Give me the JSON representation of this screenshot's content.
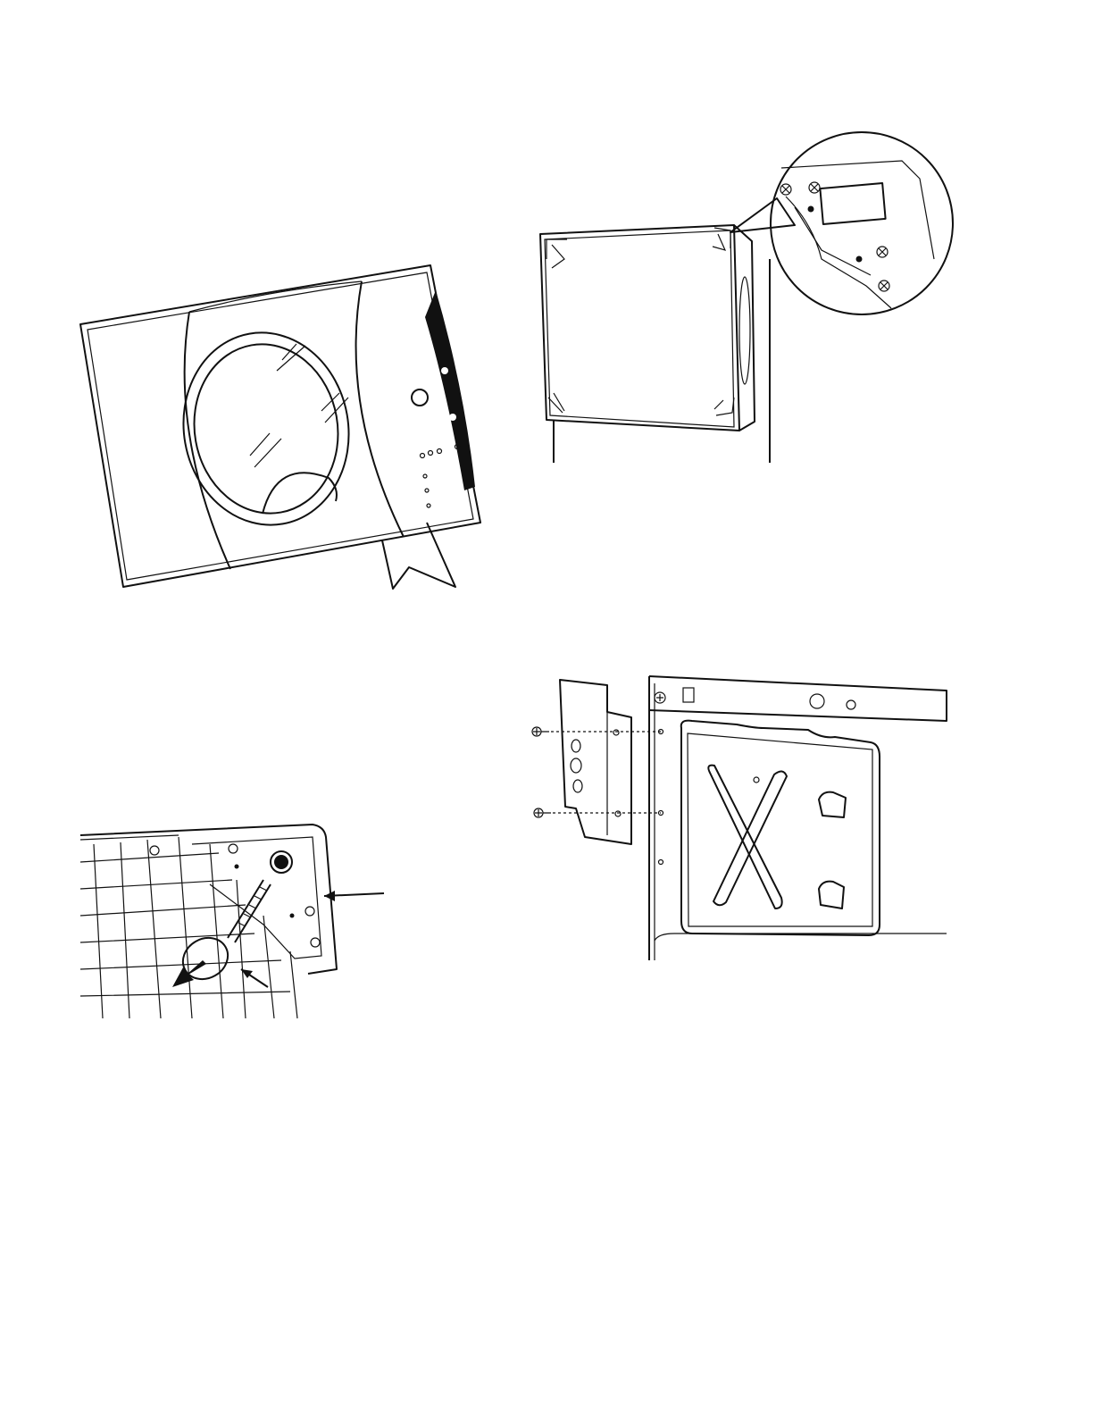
{
  "page": {
    "background": "#ffffff",
    "ink_color": "#111111",
    "figures": [
      {
        "id": "washer-front",
        "caption": ""
      },
      {
        "id": "washer-rear",
        "caption": ""
      },
      {
        "id": "leveling-leg",
        "caption": ""
      },
      {
        "id": "bracket",
        "caption": ""
      }
    ]
  }
}
